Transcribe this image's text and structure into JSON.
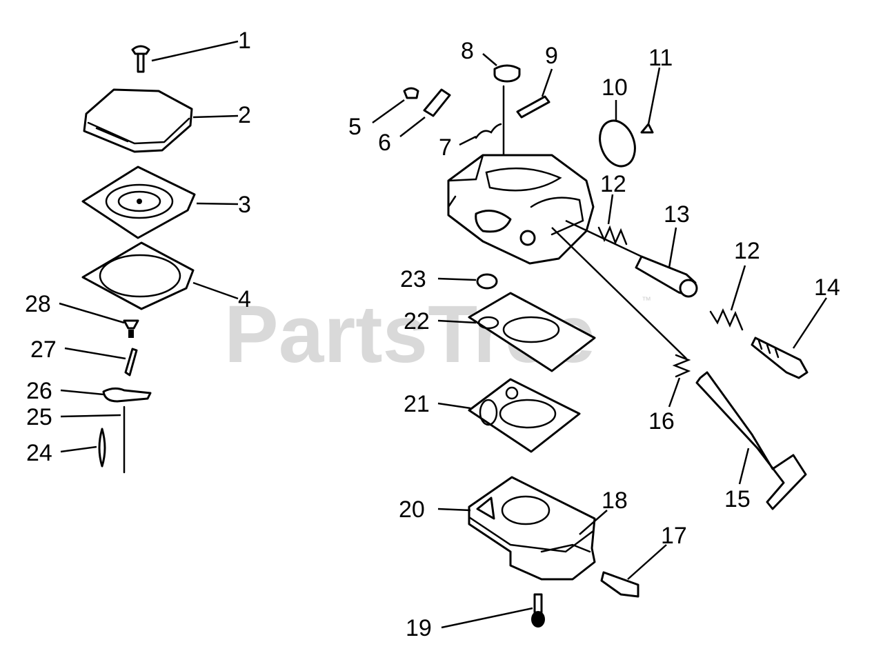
{
  "watermark": {
    "text": "PartsTree",
    "trademark": "™",
    "color": "#d9d9d9"
  },
  "callouts": [
    {
      "id": "c1",
      "label": "1"
    },
    {
      "id": "c2",
      "label": "2"
    },
    {
      "id": "c3",
      "label": "3"
    },
    {
      "id": "c4",
      "label": "4"
    },
    {
      "id": "c5",
      "label": "5"
    },
    {
      "id": "c6",
      "label": "6"
    },
    {
      "id": "c7",
      "label": "7"
    },
    {
      "id": "c8",
      "label": "8"
    },
    {
      "id": "c9",
      "label": "9"
    },
    {
      "id": "c10",
      "label": "10"
    },
    {
      "id": "c11",
      "label": "11"
    },
    {
      "id": "c12a",
      "label": "12"
    },
    {
      "id": "c12b",
      "label": "12"
    },
    {
      "id": "c13",
      "label": "13"
    },
    {
      "id": "c14",
      "label": "14"
    },
    {
      "id": "c15",
      "label": "15"
    },
    {
      "id": "c16",
      "label": "16"
    },
    {
      "id": "c17",
      "label": "17"
    },
    {
      "id": "c18",
      "label": "18"
    },
    {
      "id": "c19",
      "label": "19"
    },
    {
      "id": "c20",
      "label": "20"
    },
    {
      "id": "c21",
      "label": "21"
    },
    {
      "id": "c22",
      "label": "22"
    },
    {
      "id": "c23",
      "label": "23"
    },
    {
      "id": "c24",
      "label": "24"
    },
    {
      "id": "c25",
      "label": "25"
    },
    {
      "id": "c26",
      "label": "26"
    },
    {
      "id": "c27",
      "label": "27"
    },
    {
      "id": "c28",
      "label": "28"
    }
  ]
}
